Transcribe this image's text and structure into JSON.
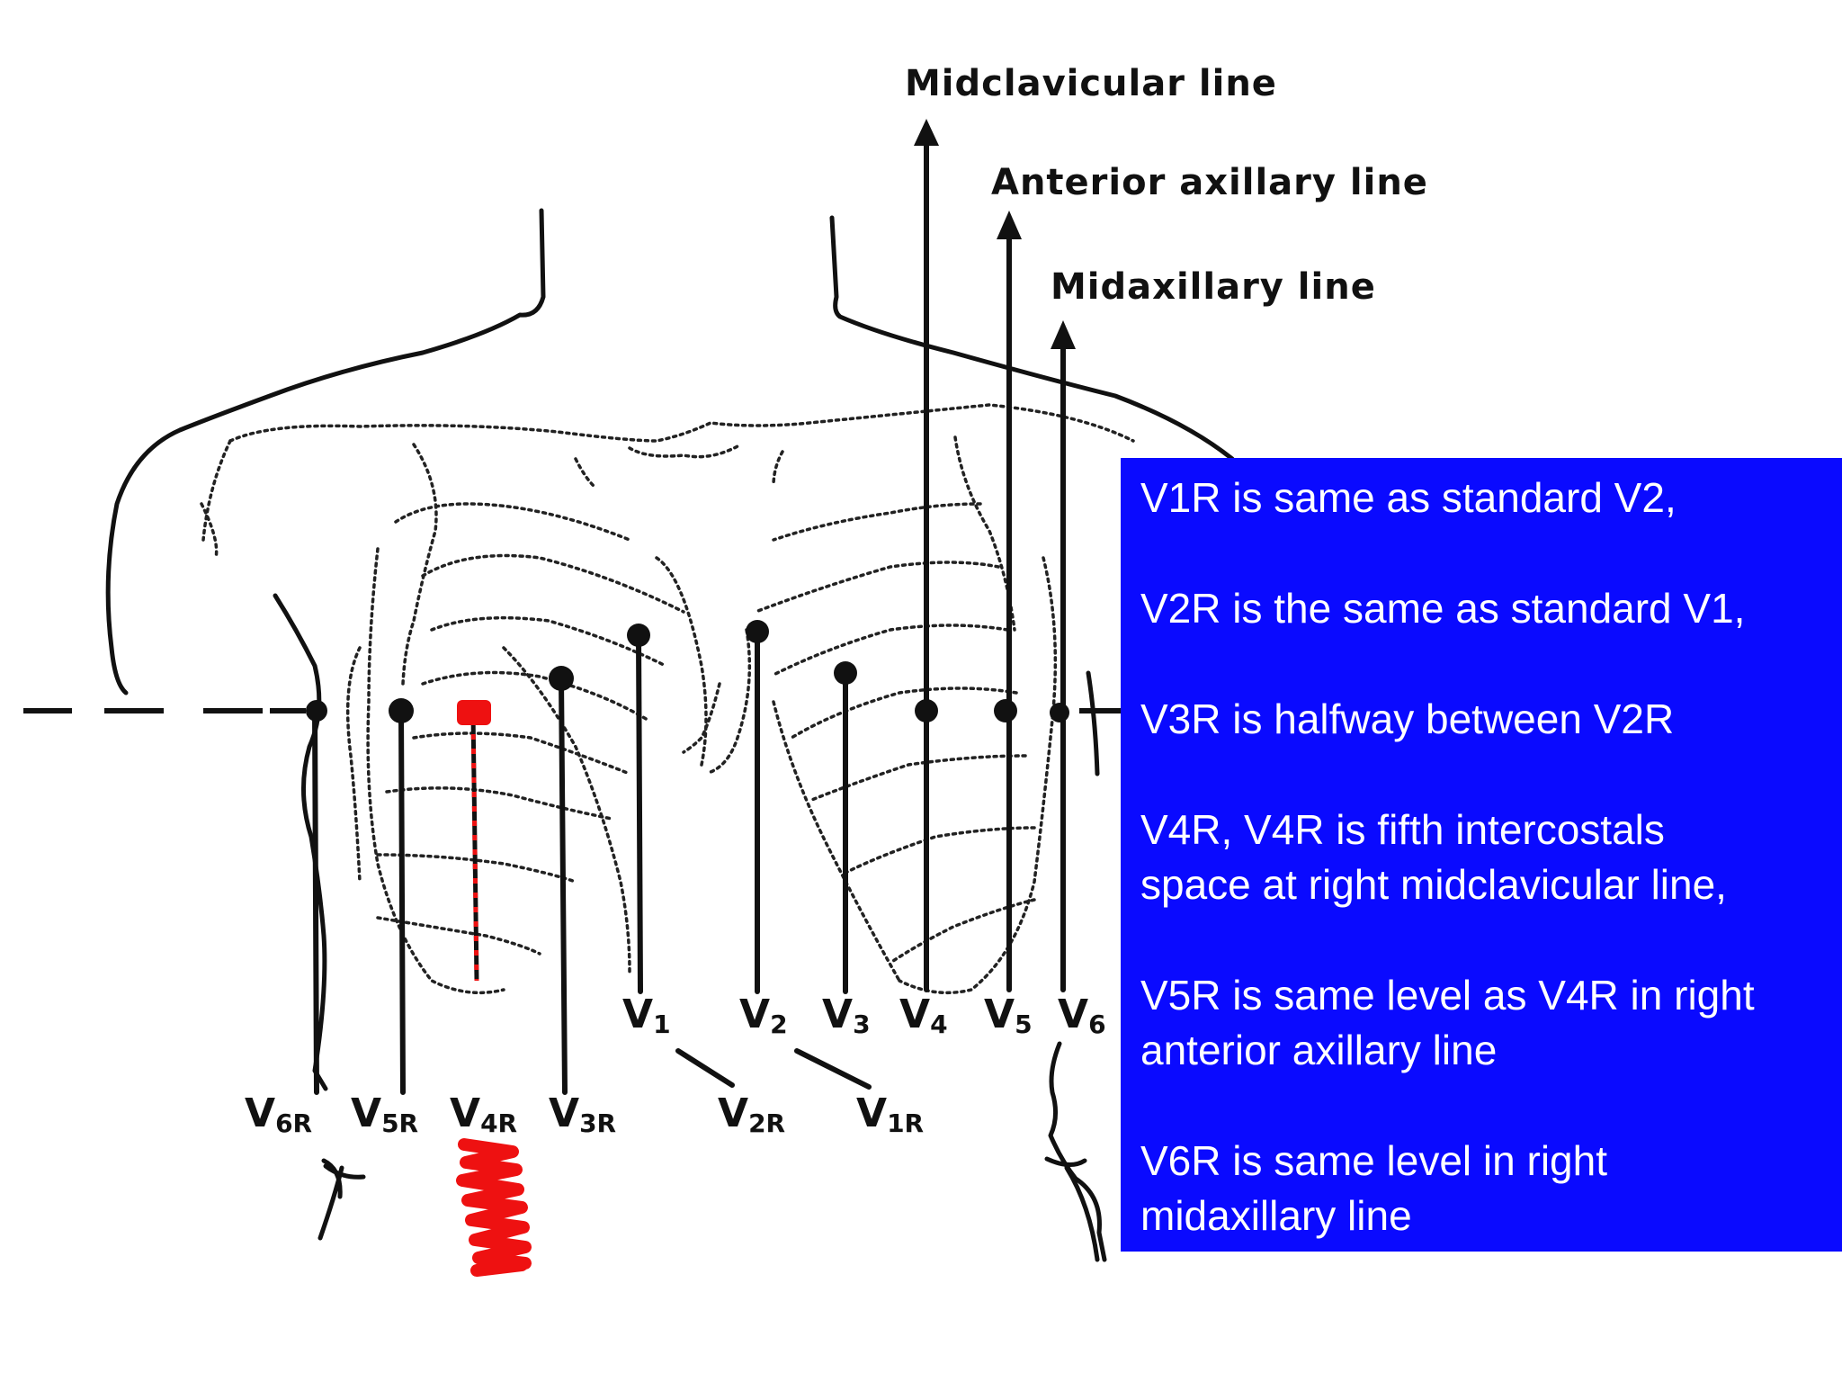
{
  "reference_lines": [
    {
      "id": "midclavicular",
      "label": "Midclavicular line"
    },
    {
      "id": "anterior-axillary",
      "label": "Anterior axillary line"
    },
    {
      "id": "midaxillary",
      "label": "Midaxillary line"
    }
  ],
  "standard_leads": [
    {
      "id": "v1",
      "base": "V",
      "sub": "1"
    },
    {
      "id": "v2",
      "base": "V",
      "sub": "2"
    },
    {
      "id": "v3",
      "base": "V",
      "sub": "3"
    },
    {
      "id": "v4",
      "base": "V",
      "sub": "4"
    },
    {
      "id": "v5",
      "base": "V",
      "sub": "5"
    },
    {
      "id": "v6",
      "base": "V",
      "sub": "6"
    }
  ],
  "right_leads": [
    {
      "id": "v6r",
      "base": "V",
      "sub": "6R"
    },
    {
      "id": "v5r",
      "base": "V",
      "sub": "5R"
    },
    {
      "id": "v4r",
      "base": "V",
      "sub": "4R"
    },
    {
      "id": "v3r",
      "base": "V",
      "sub": "3R"
    },
    {
      "id": "v2r",
      "base": "V",
      "sub": "2R"
    },
    {
      "id": "v1r",
      "base": "V",
      "sub": "1R"
    }
  ],
  "info_box": {
    "background": "#0a0aff",
    "text_color": "#ffffff",
    "items": [
      [
        "V1R is same as standard V2,"
      ],
      [
        "V2R is the same as standard V1,"
      ],
      [
        "V3R is halfway between V2R"
      ],
      [
        "V4R, V4R is fifth intercostals",
        "space at right midclavicular line,"
      ],
      [
        "V5R is same level as V4R in right",
        "anterior axillary line"
      ],
      [
        "V6R is same level in right",
        "midaxillary line"
      ]
    ]
  },
  "highlight_color": "#ee1111"
}
